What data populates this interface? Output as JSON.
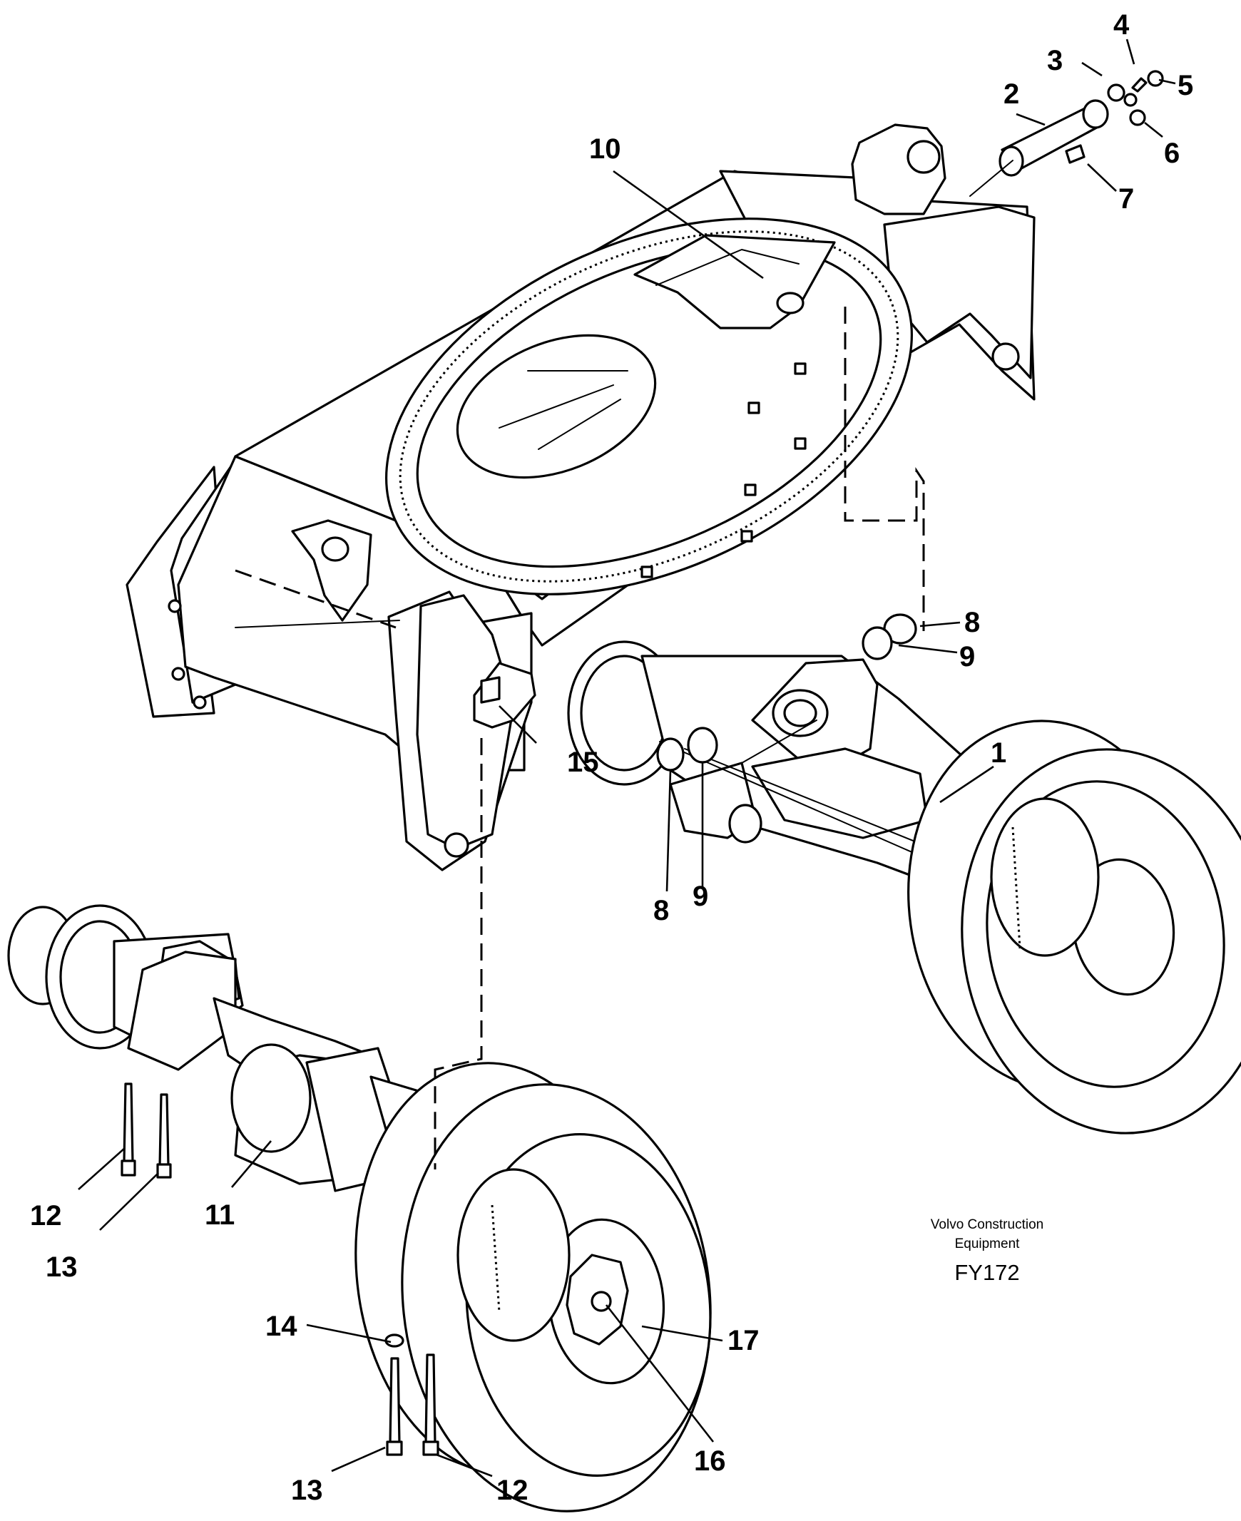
{
  "callouts": {
    "c1": "1",
    "c2": "2",
    "c3": "3",
    "c4": "4",
    "c5": "5",
    "c6": "6",
    "c7": "7",
    "c8a": "8",
    "c8b": "8",
    "c9a": "9",
    "c9b": "9",
    "c10": "10",
    "c11": "11",
    "c12a": "12",
    "c12b": "12",
    "c13a": "13",
    "c13b": "13",
    "c14": "14",
    "c15": "15",
    "c16": "16",
    "c17": "17"
  },
  "caption": {
    "line1": "Volvo Construction",
    "line2": "Equipment",
    "code": "FY172"
  }
}
